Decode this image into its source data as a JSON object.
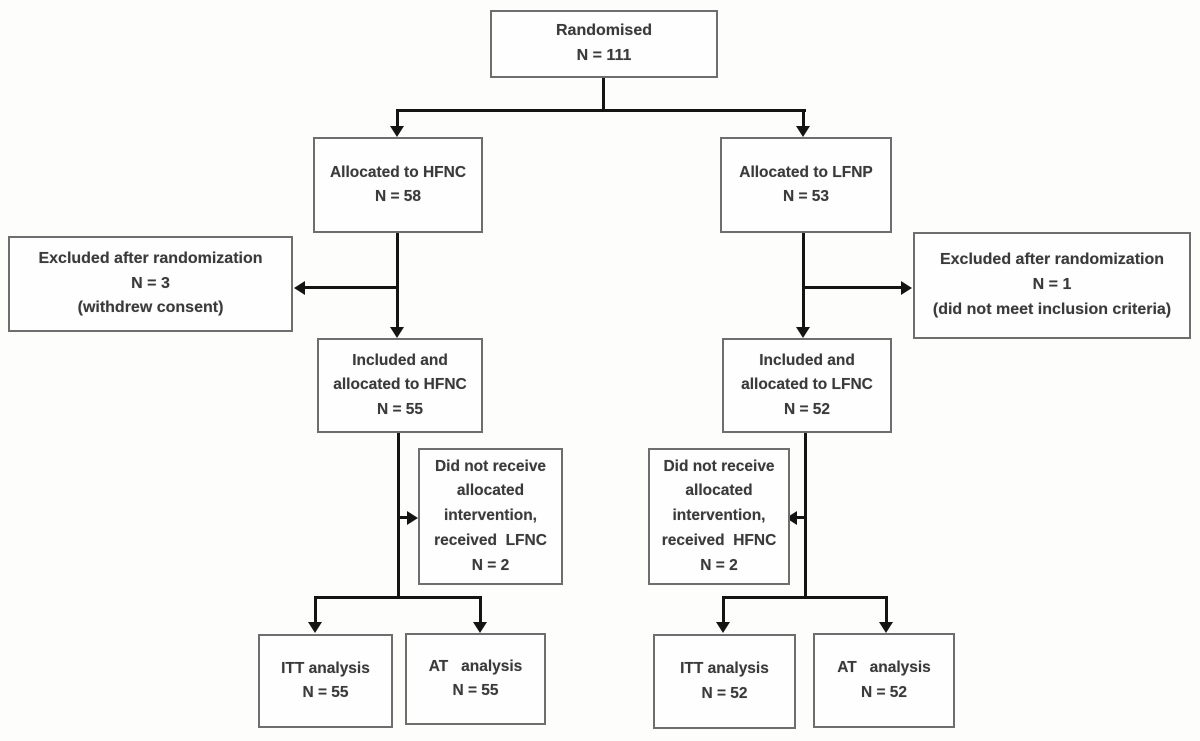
{
  "figure": {
    "type": "consort-flow-diagram",
    "background_color": "#fdfdfc",
    "box_border_color": "#6e6e6e",
    "connector_color": "#141414",
    "text_color": "#3a3a3a"
  },
  "nodes": {
    "randomised": {
      "lines": [
        "Randomised",
        "N = 111"
      ]
    },
    "allocated_hfnc": {
      "lines": [
        "Allocated to HFNC",
        "N = 58"
      ]
    },
    "allocated_lfnp": {
      "lines": [
        "Allocated to LFNP",
        "N = 53"
      ]
    },
    "excluded_left": {
      "lines": [
        "Excluded after randomization",
        "N = 3",
        "(withdrew consent)"
      ]
    },
    "excluded_right": {
      "lines": [
        "Excluded after randomization",
        "N = 1",
        "(did not meet inclusion criteria)"
      ]
    },
    "included_hfnc": {
      "lines": [
        "Included and",
        "allocated to HFNC",
        "N = 55"
      ]
    },
    "included_lfnc": {
      "lines": [
        "Included and",
        "allocated to LFNC",
        "N = 52"
      ]
    },
    "notrec_left": {
      "lines": [
        "Did not receive",
        "allocated",
        "intervention,",
        "received  LFNC",
        "N = 2"
      ]
    },
    "notrec_right": {
      "lines": [
        "Did not receive",
        "allocated",
        "intervention,",
        "received  HFNC",
        "N = 2"
      ]
    },
    "itt_left": {
      "lines": [
        "ITT analysis",
        "N = 55"
      ]
    },
    "at_left": {
      "lines": [
        "AT   analysis",
        "N = 55"
      ]
    },
    "itt_right": {
      "lines": [
        "ITT analysis",
        "N = 52"
      ]
    },
    "at_right": {
      "lines": [
        "AT   analysis",
        "N = 52"
      ]
    }
  }
}
